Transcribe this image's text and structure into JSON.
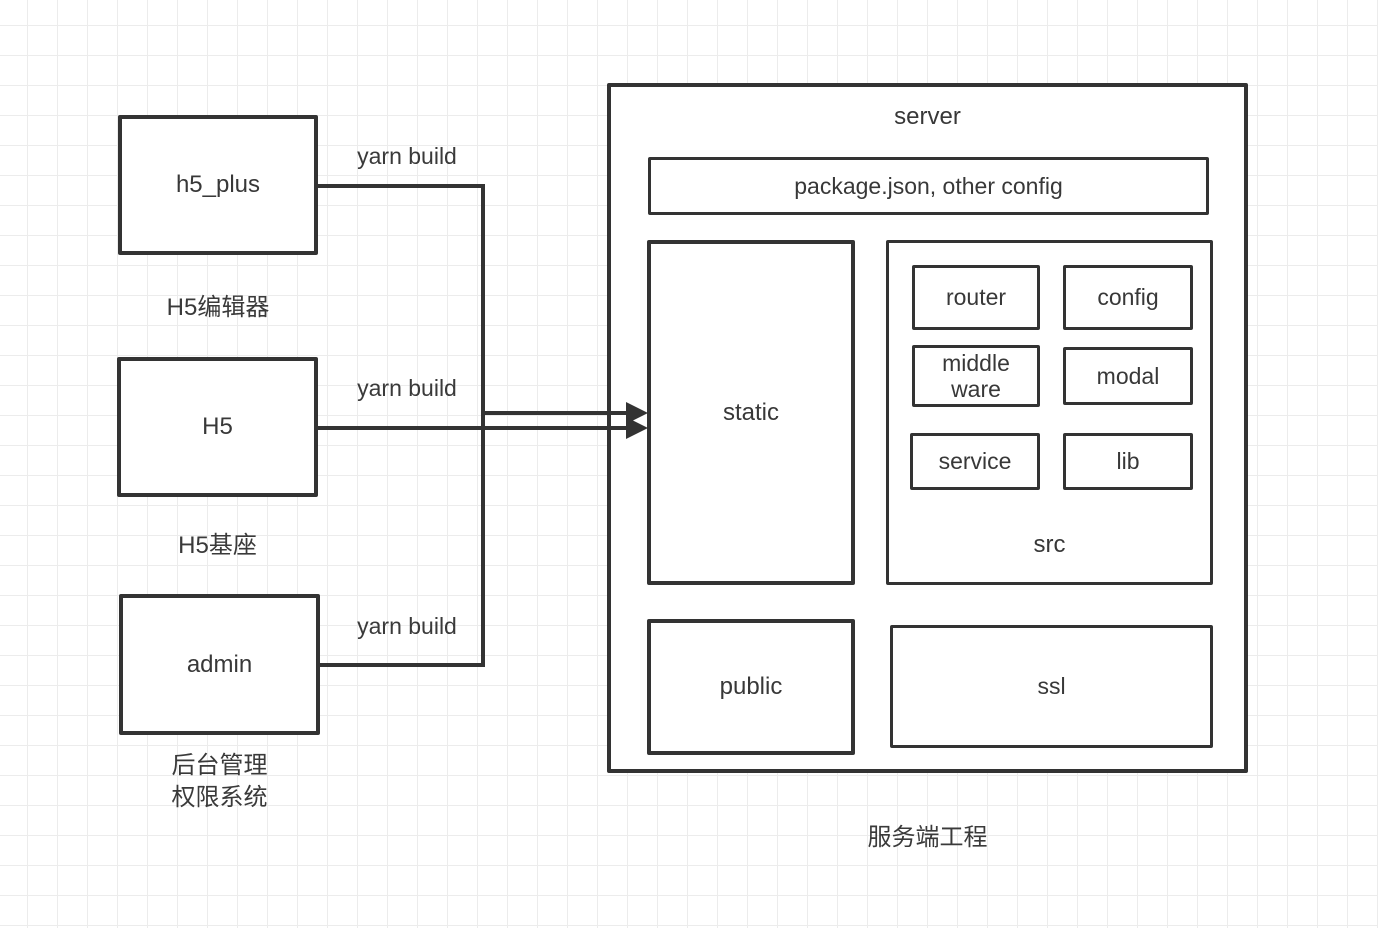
{
  "diagram": {
    "colors": {
      "stroke": "#333333",
      "text": "#3a3a3a",
      "grid": "#ececec",
      "background": "#ffffff"
    },
    "clients": [
      {
        "label": "h5_plus",
        "caption": "H5编辑器",
        "edge_label": "yarn build"
      },
      {
        "label": "H5",
        "caption": "H5基座",
        "edge_label": "yarn build"
      },
      {
        "label": "admin",
        "caption_lines": [
          "后台管理",
          "权限系统"
        ],
        "edge_label": "yarn build"
      }
    ],
    "server": {
      "title": "server",
      "caption": "服务端工程",
      "config_file_box": "package.json, other config",
      "static_box": "static",
      "public_box": "public",
      "ssl_box": "ssl",
      "src_box": {
        "label": "src",
        "children": [
          {
            "label": "router"
          },
          {
            "label": "config"
          },
          {
            "label_lines": [
              "middle",
              "ware"
            ]
          },
          {
            "label": "modal"
          },
          {
            "label": "service"
          },
          {
            "label": "lib"
          }
        ]
      }
    }
  }
}
